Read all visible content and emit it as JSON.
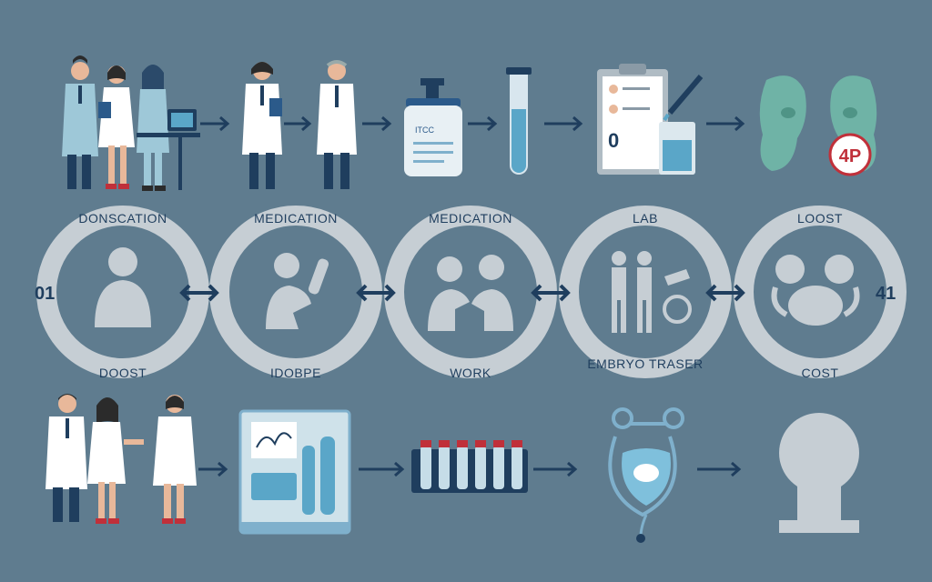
{
  "stages": [
    {
      "top_label": "DONSCATION",
      "bottom_label": "DOOST"
    },
    {
      "top_label": "MEDICATION",
      "bottom_label": "IDOBPE"
    },
    {
      "top_label": "MEDICATION",
      "bottom_label": "WORK"
    },
    {
      "top_label": "LAB",
      "bottom_label": "EMBRYO TRASER"
    },
    {
      "top_label": "LOOST",
      "bottom_label": "COST"
    }
  ],
  "left_number": "01",
  "right_number": "41",
  "clipboard_number": "0",
  "badge_text": "4P",
  "bottle_label": "ITCC",
  "colors": {
    "background": "#5f7c8f",
    "ring": "#c6ced4",
    "navy": "#1f3e5e",
    "accent_red": "#c0303a",
    "teal": "#6fb3a6"
  }
}
